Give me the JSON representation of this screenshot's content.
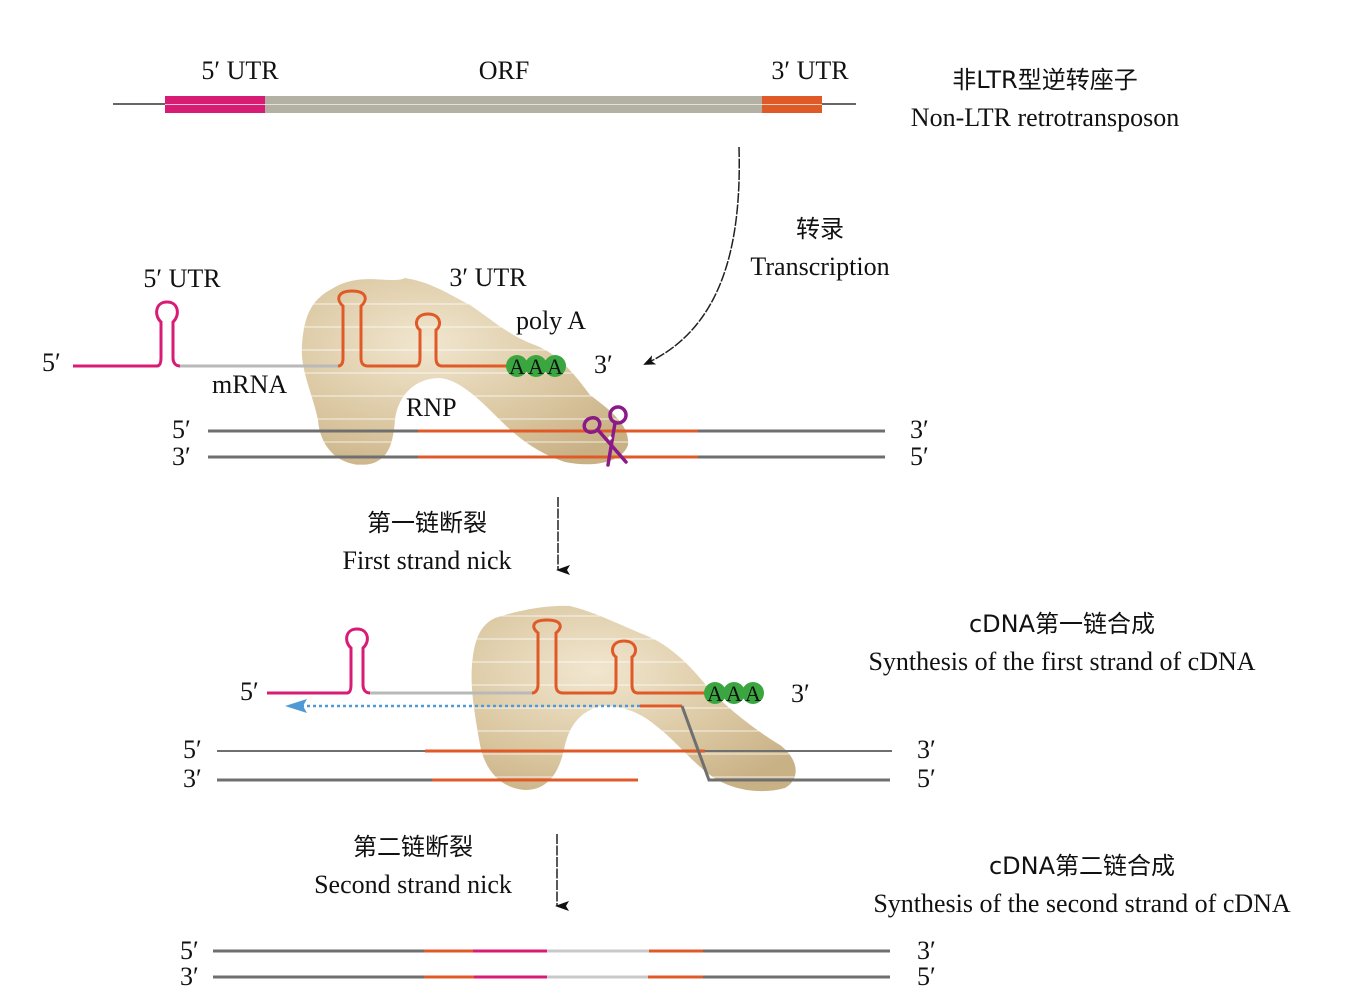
{
  "colors": {
    "utr5": "#d81b74",
    "orf": "#b3b0a4",
    "utr3": "#e05a28",
    "dna_gray": "#6f6f6f",
    "rnp_body": "#d9c6a0",
    "poly_a": "#3aa640",
    "scissors": "#8a1a87",
    "cdna_arrow": "#4f9ad6",
    "mrna_gray": "#b9b9b9"
  },
  "top_element": {
    "labels": {
      "utr5": "5′ UTR",
      "orf": "ORF",
      "utr3": "3′ UTR"
    },
    "title_zh": "非LTR型逆转座子",
    "title_en": "Non-LTR retrotransposon"
  },
  "transcription": {
    "zh": "转录",
    "en": "Transcription"
  },
  "stage1": {
    "utr5_label": "5′ UTR",
    "utr3_label": "3′ UTR",
    "poly_a_label": "poly A",
    "mrna_label": "mRNA",
    "rnp_label": "RNP",
    "mrna_5": "5′",
    "mrna_3": "3′",
    "poly_a_beads": [
      "A",
      "A",
      "A"
    ],
    "dna_top_left": "5′",
    "dna_top_right": "3′",
    "dna_bottom_left": "3′",
    "dna_bottom_right": "5′"
  },
  "step_first_nick": {
    "zh": "第一链断裂",
    "en": "First strand nick"
  },
  "step_first_synthesis": {
    "zh": "cDNA第一链合成",
    "en": "Synthesis of the first strand of cDNA"
  },
  "stage2": {
    "mrna_5": "5′",
    "mrna_3": "3′",
    "poly_a_beads": [
      "A",
      "A",
      "A"
    ],
    "dna_top_left": "5′",
    "dna_top_right": "3′",
    "dna_bottom_left": "3′",
    "dna_bottom_right": "5′"
  },
  "step_second_nick": {
    "zh": "第二链断裂",
    "en": "Second strand nick"
  },
  "step_second_synthesis": {
    "zh": "cDNA第二链合成",
    "en": "Synthesis of the second strand of cDNA"
  },
  "final": {
    "top_left": "5′",
    "top_right": "3′",
    "bottom_left": "3′",
    "bottom_right": "5′"
  }
}
